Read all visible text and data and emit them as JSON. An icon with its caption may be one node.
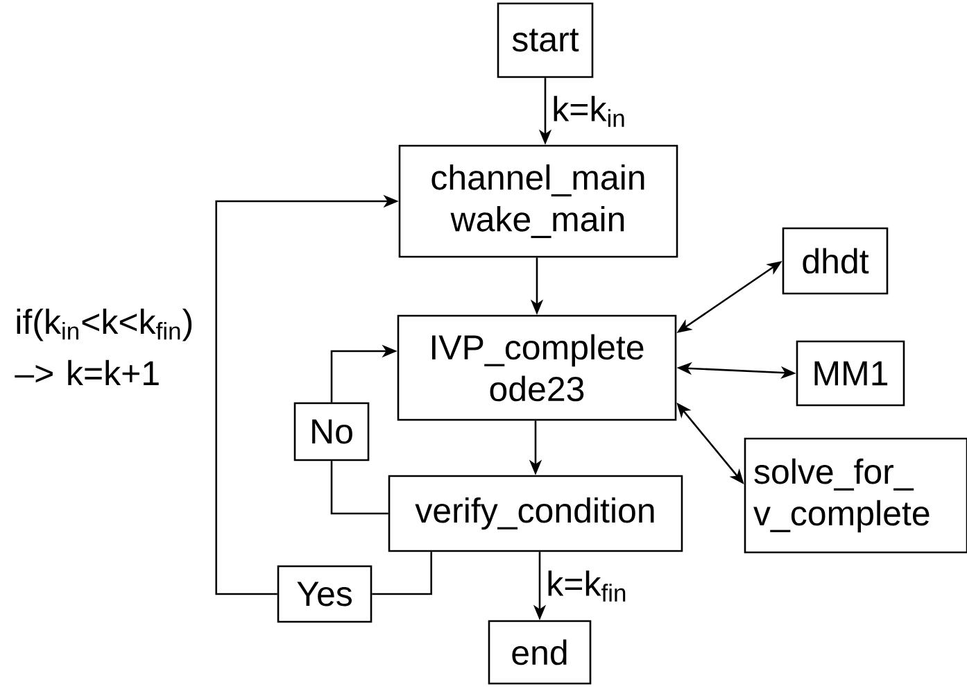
{
  "diagram": {
    "nodes": [
      {
        "text": [
          "start"
        ]
      },
      {
        "text": [
          "channel_main wake_main"
        ]
      },
      {
        "text": [
          "IVP_complete ode23"
        ]
      },
      {
        "text": [
          "dhdt"
        ]
      },
      {
        "text": [
          "MM1"
        ]
      },
      {
        "text": [
          "solve_for_ v_complete"
        ]
      },
      {
        "text": [
          "No"
        ]
      },
      {
        "text": [
          "verify_condition"
        ]
      },
      {
        "text": [
          "Yes"
        ]
      },
      {
        "text": [
          "end"
        ]
      }
    ],
    "edges": [
      {
        "from": 0,
        "to": 1,
        "arrow": "to",
        "label": "k=k$_{in}$"
      },
      {
        "from": 1,
        "to": 2,
        "arrow": "to"
      },
      {
        "from": 2,
        "to": 3,
        "arrow": "both"
      },
      {
        "from": 2,
        "to": 4,
        "arrow": "both"
      },
      {
        "from": 2,
        "to": 5,
        "arrow": "both"
      },
      {
        "from": 2,
        "to": 7,
        "arrow": "to"
      },
      {
        "from": 7,
        "to": 6,
        "arrow": "none"
      },
      {
        "from": 6,
        "to": 2,
        "arrow": "to"
      },
      {
        "from": 7,
        "to": 8,
        "arrow": "none"
      },
      {
        "from": 8,
        "to": 1,
        "arrow": "to"
      },
      {
        "from": 7,
        "to": 9,
        "arrow": "to",
        "label": "k=k$_{fin}$"
      }
    ],
    "labels": [
      "if(k$_{in}$<k<k$_{fin}$) –> k=k+1"
    ]
  }
}
